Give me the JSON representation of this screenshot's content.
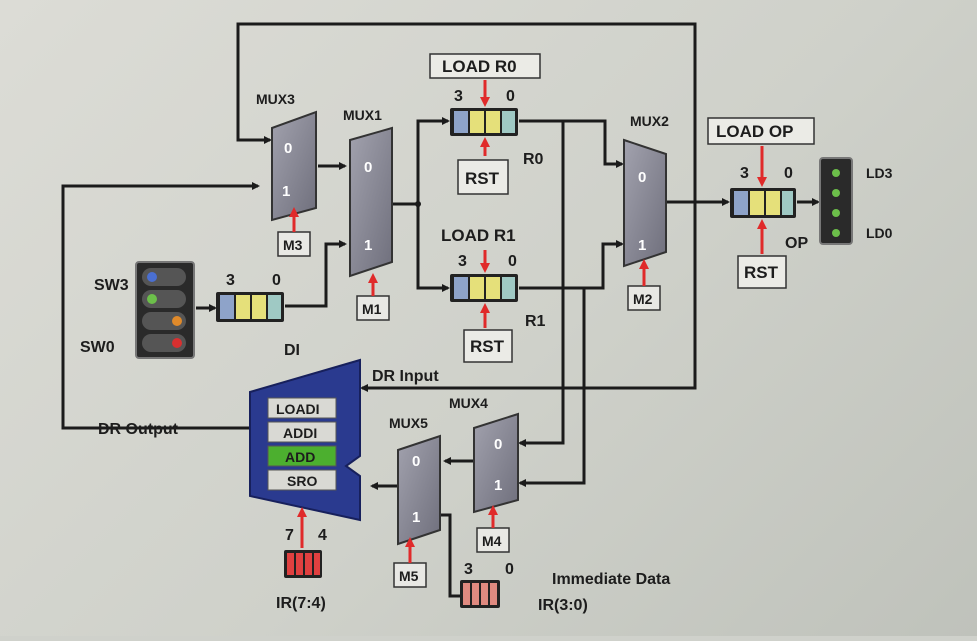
{
  "muxes": {
    "mux1": {
      "label": "MUX1",
      "in0": "0",
      "in1": "1",
      "select": "M1"
    },
    "mux2": {
      "label": "MUX2",
      "in0": "0",
      "in1": "1",
      "select": "M2"
    },
    "mux3": {
      "label": "MUX3",
      "in0": "0",
      "in1": "1",
      "select": "M3"
    },
    "mux4": {
      "label": "MUX4",
      "in0": "0",
      "in1": "1",
      "select": "M4"
    },
    "mux5": {
      "label": "MUX5",
      "in0": "0",
      "in1": "1",
      "select": "M5"
    }
  },
  "registers": {
    "r0": {
      "name": "R0",
      "load": "LOAD R0",
      "rst": "RST",
      "msb": "3",
      "lsb": "0"
    },
    "r1": {
      "name": "R1",
      "load": "LOAD R1",
      "rst": "RST",
      "msb": "3",
      "lsb": "0"
    },
    "op": {
      "name": "OP",
      "load": "LOAD OP",
      "rst": "RST",
      "msb": "3",
      "lsb": "0"
    },
    "di": {
      "name": "DI",
      "msb": "3",
      "lsb": "0"
    }
  },
  "switches": {
    "top": "SW3",
    "bottom": "SW0"
  },
  "leds": {
    "top": "LD3",
    "bottom": "LD0"
  },
  "decoder": {
    "instructions": [
      "LOADI",
      "ADDI",
      "ADD",
      "SRO"
    ],
    "highlight_color": "#4caf2f",
    "body_color": "#2a3a8f",
    "input_label": "DR Input",
    "output_label": "DR Output"
  },
  "ir_high": {
    "label": "IR(7:4)",
    "msb": "7",
    "lsb": "4"
  },
  "ir_low": {
    "label": "IR(3:0)",
    "msb": "3",
    "lsb": "0",
    "caption": "Immediate Data"
  },
  "colors": {
    "wire": "#1b1b1b",
    "control": "#e02a2a",
    "mux": "#8a8a96",
    "register_cells": [
      "#8ea3c9",
      "#e5e07a",
      "#e5e07a",
      "#9fc9c4"
    ]
  }
}
